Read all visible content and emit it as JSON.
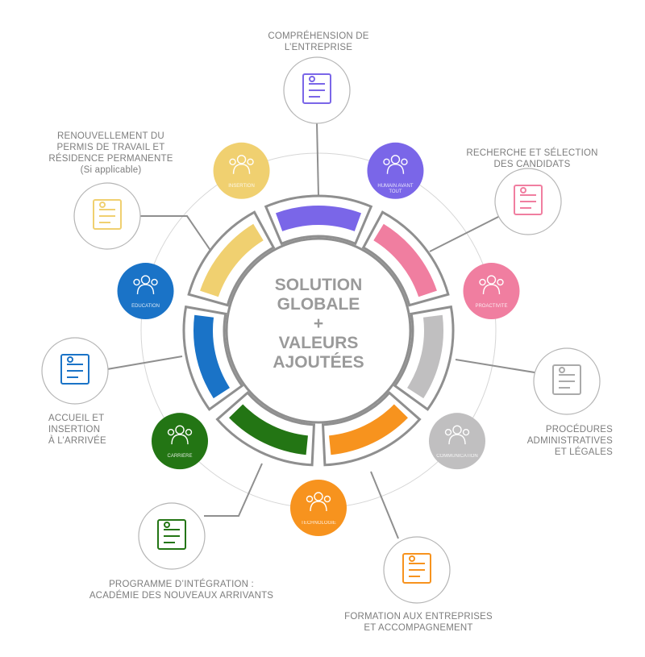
{
  "center": {
    "line1": "SOLUTION",
    "line2": "GLOBALE",
    "line3": "+",
    "line4": "VALEURS",
    "line5": "AJOUTÉES"
  },
  "segments": [
    {
      "name": "purple",
      "color": "#7a66e8"
    },
    {
      "name": "pink",
      "color": "#f07ea0"
    },
    {
      "name": "gray",
      "color": "#c0bfc0"
    },
    {
      "name": "orange",
      "color": "#f7931e"
    },
    {
      "name": "green",
      "color": "#237514"
    },
    {
      "name": "blue",
      "color": "#1a73c7"
    },
    {
      "name": "yellow",
      "color": "#f0d070"
    }
  ],
  "values": [
    {
      "label": "HUMAIN AVANT",
      "label2": "TOUT",
      "color": "#7a66e8",
      "icon": "heart-people-icon"
    },
    {
      "label": "PROACTIVITÉ",
      "label2": "",
      "color": "#f07ea0",
      "icon": "head-idea-icon"
    },
    {
      "label": "COMMUNICATION",
      "label2": "",
      "color": "#c0bfc0",
      "icon": "network-people-icon"
    },
    {
      "label": "TECHNOLOGIE",
      "label2": "",
      "color": "#f7931e",
      "icon": "phone-hand-icon"
    },
    {
      "label": "CARRIÈRE",
      "label2": "",
      "color": "#237514",
      "icon": "stairs-climb-icon"
    },
    {
      "label": "ÉDUCATION",
      "label2": "",
      "color": "#1a73c7",
      "icon": "graduation-globe-icon"
    },
    {
      "label": "INSERTION",
      "label2": "",
      "color": "#f0d070",
      "icon": "team-high-five-icon"
    }
  ],
  "services": [
    {
      "lines": [
        "COMPRÉHENSION DE",
        "L’ENTREPRISE"
      ],
      "color": "#7a66e8",
      "icon": "presentation-chart-icon"
    },
    {
      "lines": [
        "RECHERCHE ET SÉLECTION",
        "DES CANDIDATS"
      ],
      "color": "#f07ea0",
      "icon": "document-search-icon"
    },
    {
      "lines": [
        "PROCÉDURES",
        "ADMINISTRATIVES",
        "ET LÉGALES"
      ],
      "color": "#aaaaaa",
      "icon": "clipboard-gavel-icon"
    },
    {
      "lines": [
        "FORMATION AUX ENTREPRISES",
        "ET ACCOMPAGNEMENT"
      ],
      "color": "#f7931e",
      "icon": "checklist-gear-icon"
    },
    {
      "lines": [
        "PROGRAMME D’INTÉGRATION :",
        "ACADÉMIE DES NOUVEAUX ARRIVANTS"
      ],
      "color": "#237514",
      "icon": "teacher-board-icon"
    },
    {
      "lines": [
        "ACCUEIL ET",
        "INSERTION",
        "À L’ARRIVÉE"
      ],
      "color": "#1a73c7",
      "icon": "welcome-people-icon"
    },
    {
      "lines": [
        "RENOUVELLEMENT DU",
        "PERMIS DE TRAVAIL ET",
        "RÉSIDENCE PERMANENTE",
        "(Si applicable)"
      ],
      "color": "#f0d070",
      "icon": "document-sign-icon"
    }
  ]
}
